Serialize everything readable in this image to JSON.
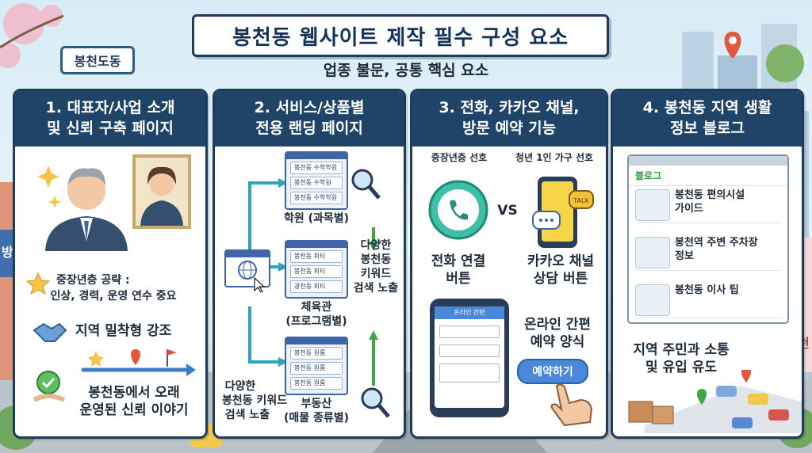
{
  "header": {
    "title": "봉천동 웹사이트 제작 필수 구성 요소",
    "subtitle": "업종 불문, 공통 핵심 요소",
    "sign": "봉천도동"
  },
  "side_signs": {
    "left": "방",
    "right": "천"
  },
  "cards": [
    {
      "title_line1": "1. 대표자/사업 소개",
      "title_line2": "및 신뢰 구축 페이지",
      "point1_line1": "중장년층 공략 :",
      "point1_line2": "인상, 경력, 운영 연수 중요",
      "point2": "지역 밀착형 강조",
      "point3_line1": "봉천동에서 오래",
      "point3_line2": "운영된 신뢰 이야기"
    },
    {
      "title_line1": "2. 서비스/상품별",
      "title_line2": "전용 랜딩 페이지",
      "page_a_rows": [
        "봉천동 수학학원",
        "봉천동 수학원",
        "봉천동 수학학원"
      ],
      "page_a_label": "학원 (과목별)",
      "page_b_rows": [
        "봉천동 피티",
        "봉천동 피티",
        "광천동 피티"
      ],
      "page_b_label_line1": "체육관",
      "page_b_label_line2": "(프로그램별)",
      "page_c_rows": [
        "봉천동 원룸",
        "봉천동 원룸",
        "봉천동 원룸"
      ],
      "page_c_label_line1": "부동산",
      "page_c_label_line2": "(매물 종류별)",
      "right_note_line1": "다양한",
      "right_note_line2": "봉천동",
      "right_note_line3": "키워드",
      "right_note_line4": "검색 노출",
      "left_note_line1": "다양한",
      "left_note_line2": "봉천동 키워드",
      "left_note_line3": "검색 노출"
    },
    {
      "title_line1": "3. 전화, 카카오 채널,",
      "title_line2": "방문 예약 기능",
      "left_tag": "중장년층 선호",
      "right_tag": "청년 1인 가구 선호",
      "vs": "VS",
      "bubble_text": "TALK",
      "call_line1": "전화 연결",
      "call_line2": "버튼",
      "kakao_line1": "카카오 채널",
      "kakao_line2": "상담 버튼",
      "form_header": "온라인 간편",
      "booking_line1": "온라인 간편",
      "booking_line2": "예약 양식",
      "booking_button": "예약하기"
    },
    {
      "title_line1": "4. 봉천동 지역 생활",
      "title_line2": "정보 블로그",
      "blog_tab": "블로그",
      "posts": [
        {
          "line1": "봉천동 편의시설",
          "line2": "가이드"
        },
        {
          "line1": "봉천역 주변 주차장",
          "line2": "정보"
        },
        {
          "line1": "봉천동 이사 팁",
          "line2": ""
        }
      ],
      "footer_line1": "지역 주민과 소통",
      "footer_line2": "및 유입 유도"
    }
  ]
}
